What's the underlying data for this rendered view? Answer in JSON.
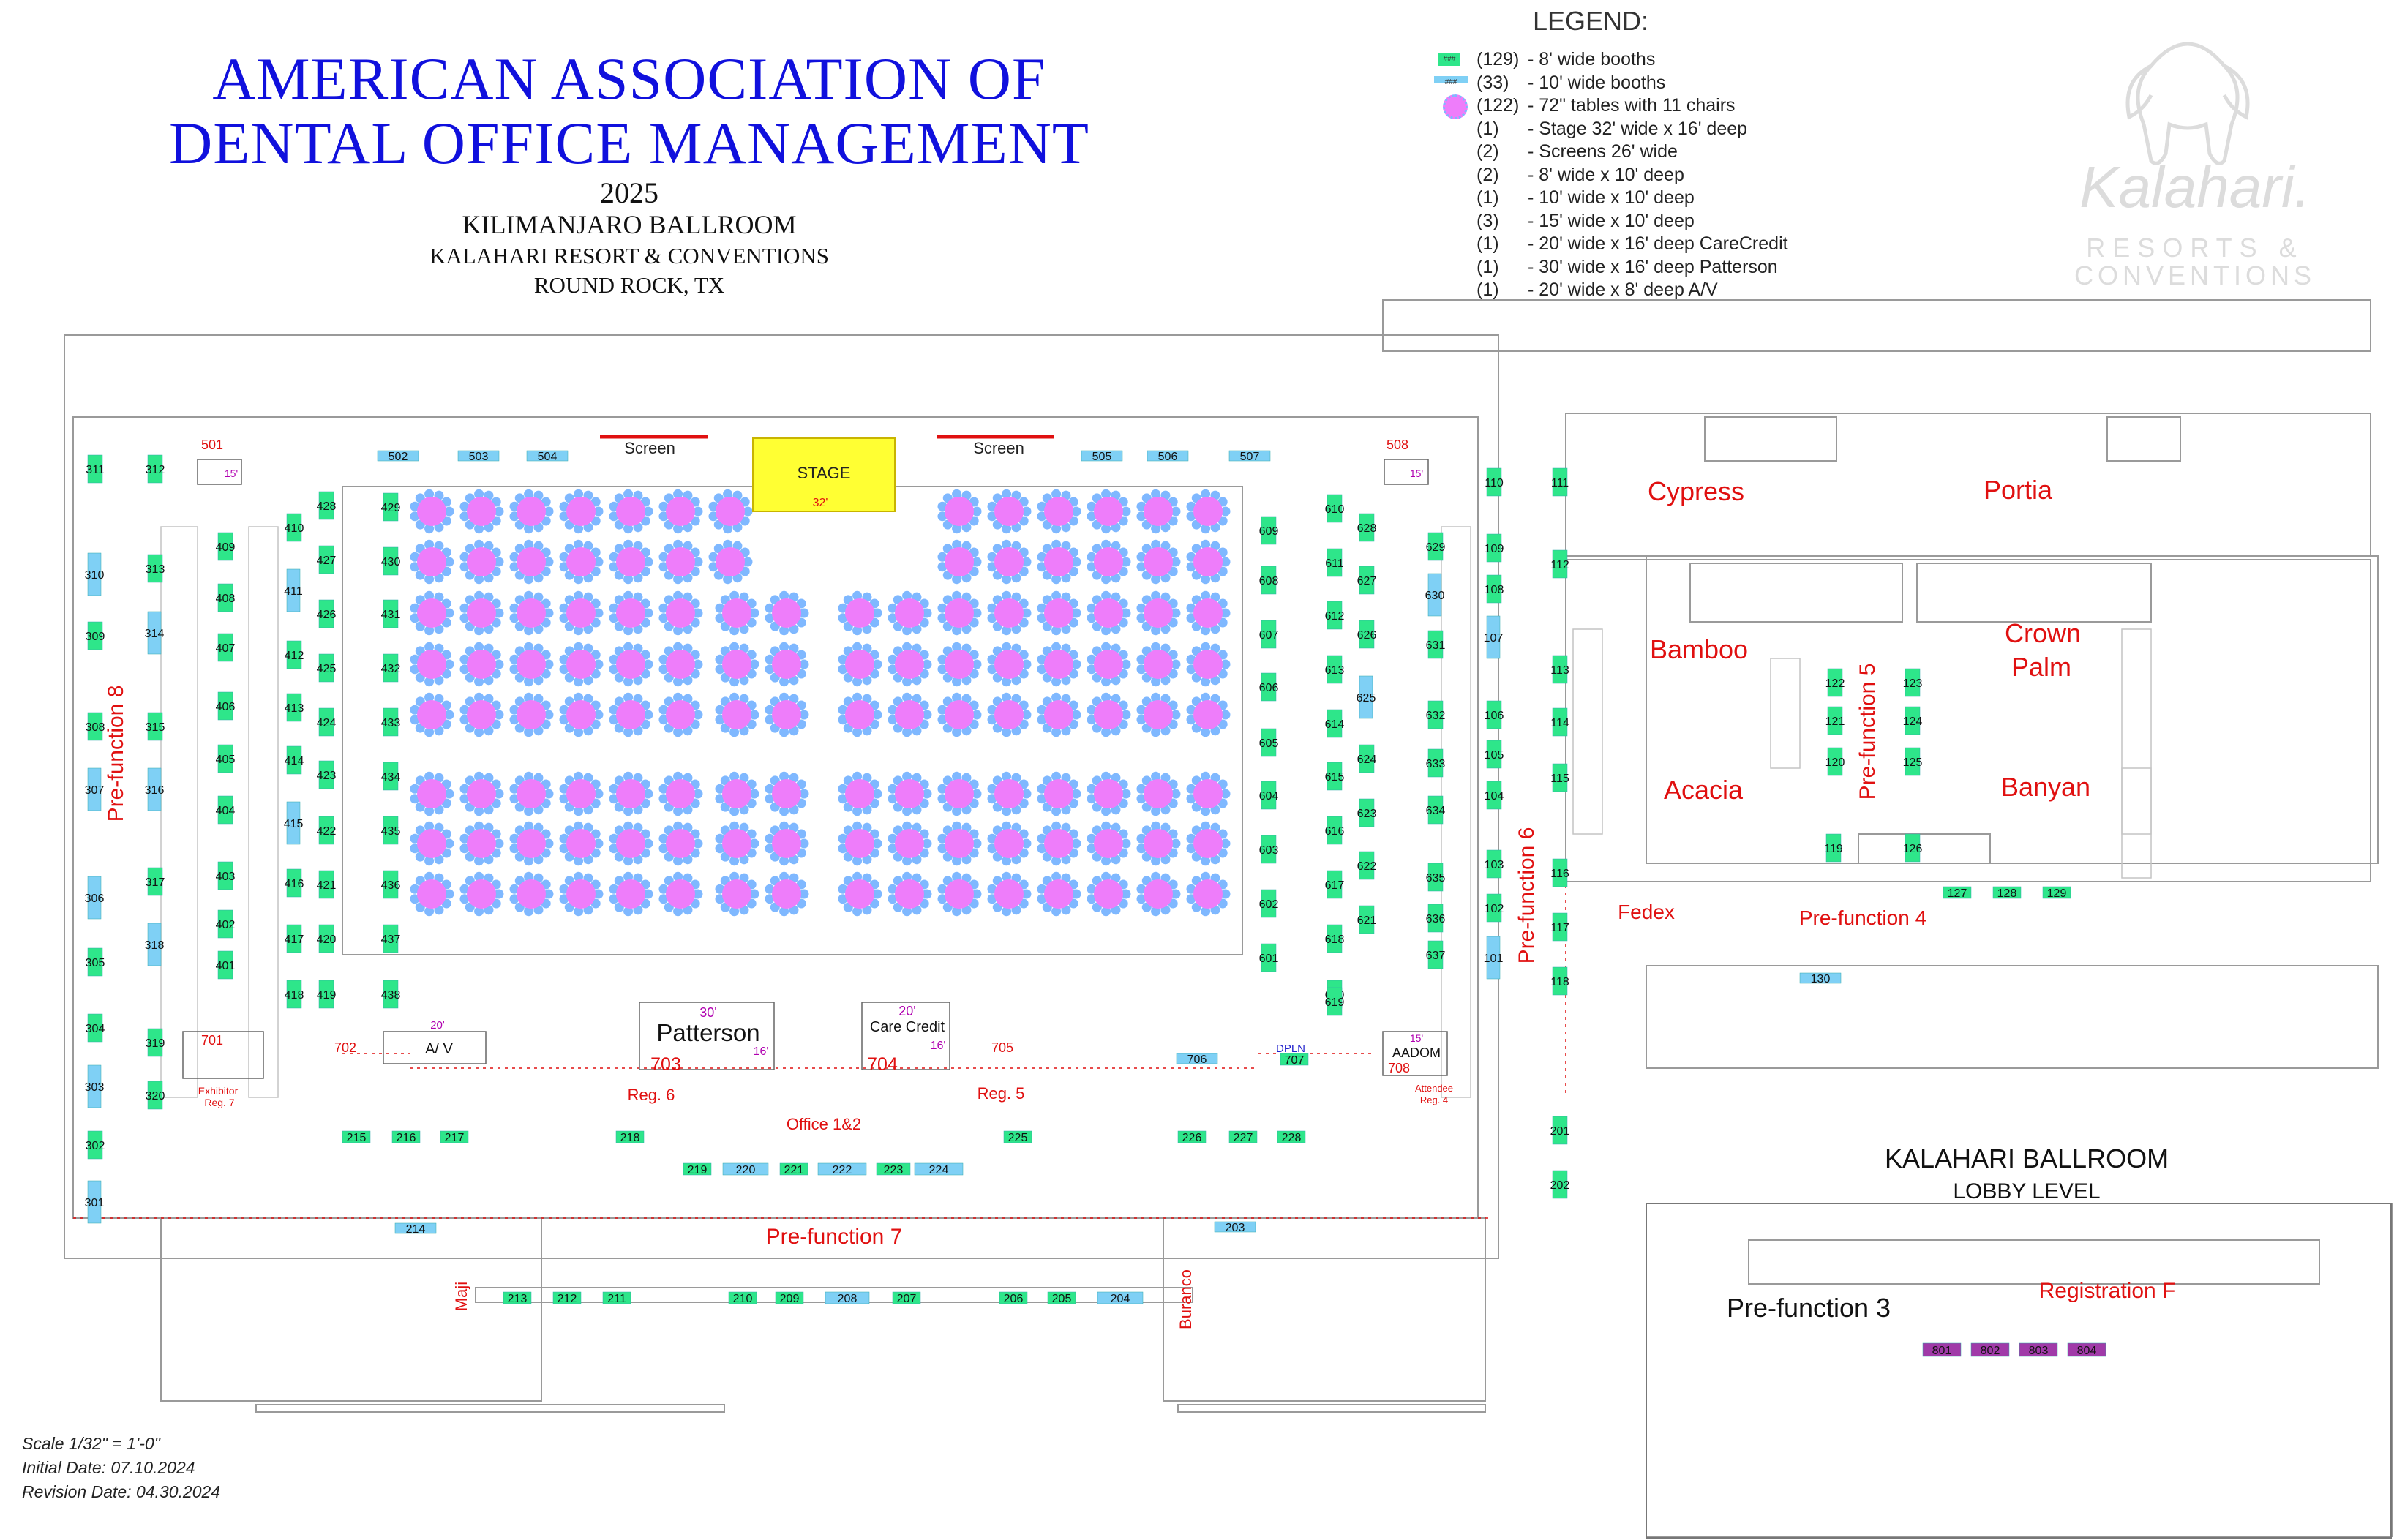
{
  "header": {
    "title_line1": "AMERICAN ASSOCIATION OF",
    "title_line2": "DENTAL OFFICE MANAGEMENT",
    "year": "2025",
    "venue": "KILIMANJARO BALLROOM",
    "resort": "KALAHARI RESORT & CONVENTIONS",
    "city": "ROUND ROCK, TX"
  },
  "legend": {
    "title": "LEGEND:",
    "rows": [
      {
        "count": "(129)",
        "desc": "- 8' wide booths",
        "swatch": "green"
      },
      {
        "count": "(33)",
        "desc": "- 10' wide booths",
        "swatch": "blue"
      },
      {
        "count": "(122)",
        "desc": "- 72\" tables with 11 chairs",
        "swatch": "table"
      },
      {
        "count": "(1)",
        "desc": "- Stage 32' wide x 16' deep"
      },
      {
        "count": "(2)",
        "desc": "- Screens 26' wide"
      },
      {
        "count": "(2)",
        "desc": "- 8' wide x 10' deep"
      },
      {
        "count": "(1)",
        "desc": "- 10' wide x 10' deep"
      },
      {
        "count": "(3)",
        "desc": "- 15' wide x 10' deep"
      },
      {
        "count": "(1)",
        "desc": "- 20' wide x 16' deep CareCredit"
      },
      {
        "count": "(1)",
        "desc": "- 30' wide x 16' deep Patterson"
      },
      {
        "count": "(1)",
        "desc": "- 20' wide x 8' deep A/V"
      }
    ],
    "swatch_label": "###"
  },
  "brand": {
    "name": "Kalahari.",
    "tagline1": "RESORTS &",
    "tagline2": "CONVENTIONS"
  },
  "footer": {
    "scale": "Scale 1/32\" = 1'-0\"",
    "initial": "Initial Date: 07.10.2024",
    "revision": "Revision Date: 04.30.2024"
  },
  "colors": {
    "green": "#2ee68a",
    "blue": "#7fd0f5",
    "purple": "#a03aa8",
    "table": "#ee7dfa",
    "chairs": "#7fb8ff",
    "stage": "#ffff33",
    "red": "#e01010",
    "wall": "#9a9a9a"
  },
  "map": {
    "stage": {
      "label": "STAGE",
      "dim": "32'"
    },
    "screens": [
      "Screen",
      "Screen"
    ],
    "rooms": [
      "Cypress",
      "Portia",
      "Bamboo",
      "Crown",
      "Palm",
      "Acacia",
      "Banyan",
      "Fedex",
      "Pre-function 4",
      "Pre-function 7",
      "Pre-function 3",
      "Registration F",
      "Office 1&2",
      "Reg. 6",
      "Reg. 5",
      "Maji",
      "Buranco"
    ],
    "prefunction_vertical": [
      "Pre-function 8",
      "Pre-function 6",
      "Pre-function 5"
    ],
    "special_booths": [
      {
        "label": "Patterson",
        "num": "703",
        "dim": "30'",
        "depth": "16'"
      },
      {
        "label": "Care Credit",
        "num": "704",
        "dim": "20'",
        "depth": "16'"
      },
      {
        "label": "A/ V",
        "num": "702",
        "dim": "20'"
      },
      {
        "label": "AADOM",
        "num": "708",
        "dim": "15'"
      },
      {
        "label": "Exhibitor",
        "sub": "Reg. 7",
        "num": "701"
      },
      {
        "label": "Attendee",
        "sub": "Reg. 4"
      },
      {
        "label": "DPLN",
        "num": "707"
      },
      {
        "num": "705"
      },
      {
        "num": "706"
      },
      {
        "num": "501",
        "dim": "15'"
      },
      {
        "num": "508",
        "dim": "15'"
      }
    ],
    "lobby": {
      "title": "KALAHARI BALLROOM",
      "subtitle": "LOBBY LEVEL"
    }
  }
}
